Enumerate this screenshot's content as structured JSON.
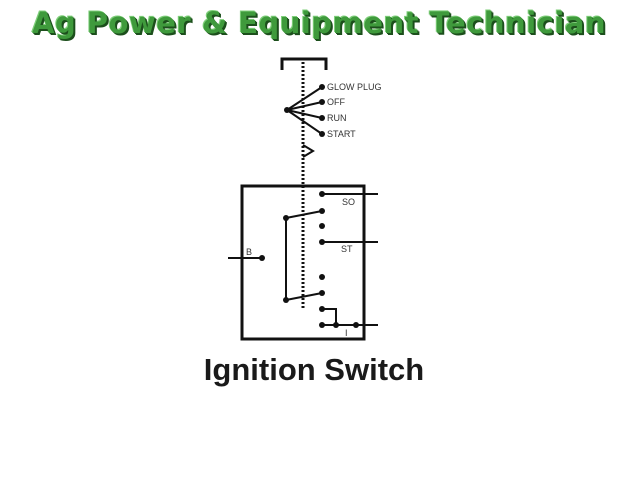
{
  "banner": {
    "text": "Ag Power & Equipment Technician"
  },
  "diagram": {
    "positions": [
      "GLOW PLUG",
      "OFF",
      "RUN",
      "START"
    ],
    "terminals": {
      "so": "SO",
      "st": "ST",
      "b": "B",
      "i": "I"
    }
  },
  "title": "Ignition Switch",
  "colors": {
    "banner": "#3f9a3c",
    "banner_shadow": "#1c4f1c",
    "line": "#111111"
  }
}
